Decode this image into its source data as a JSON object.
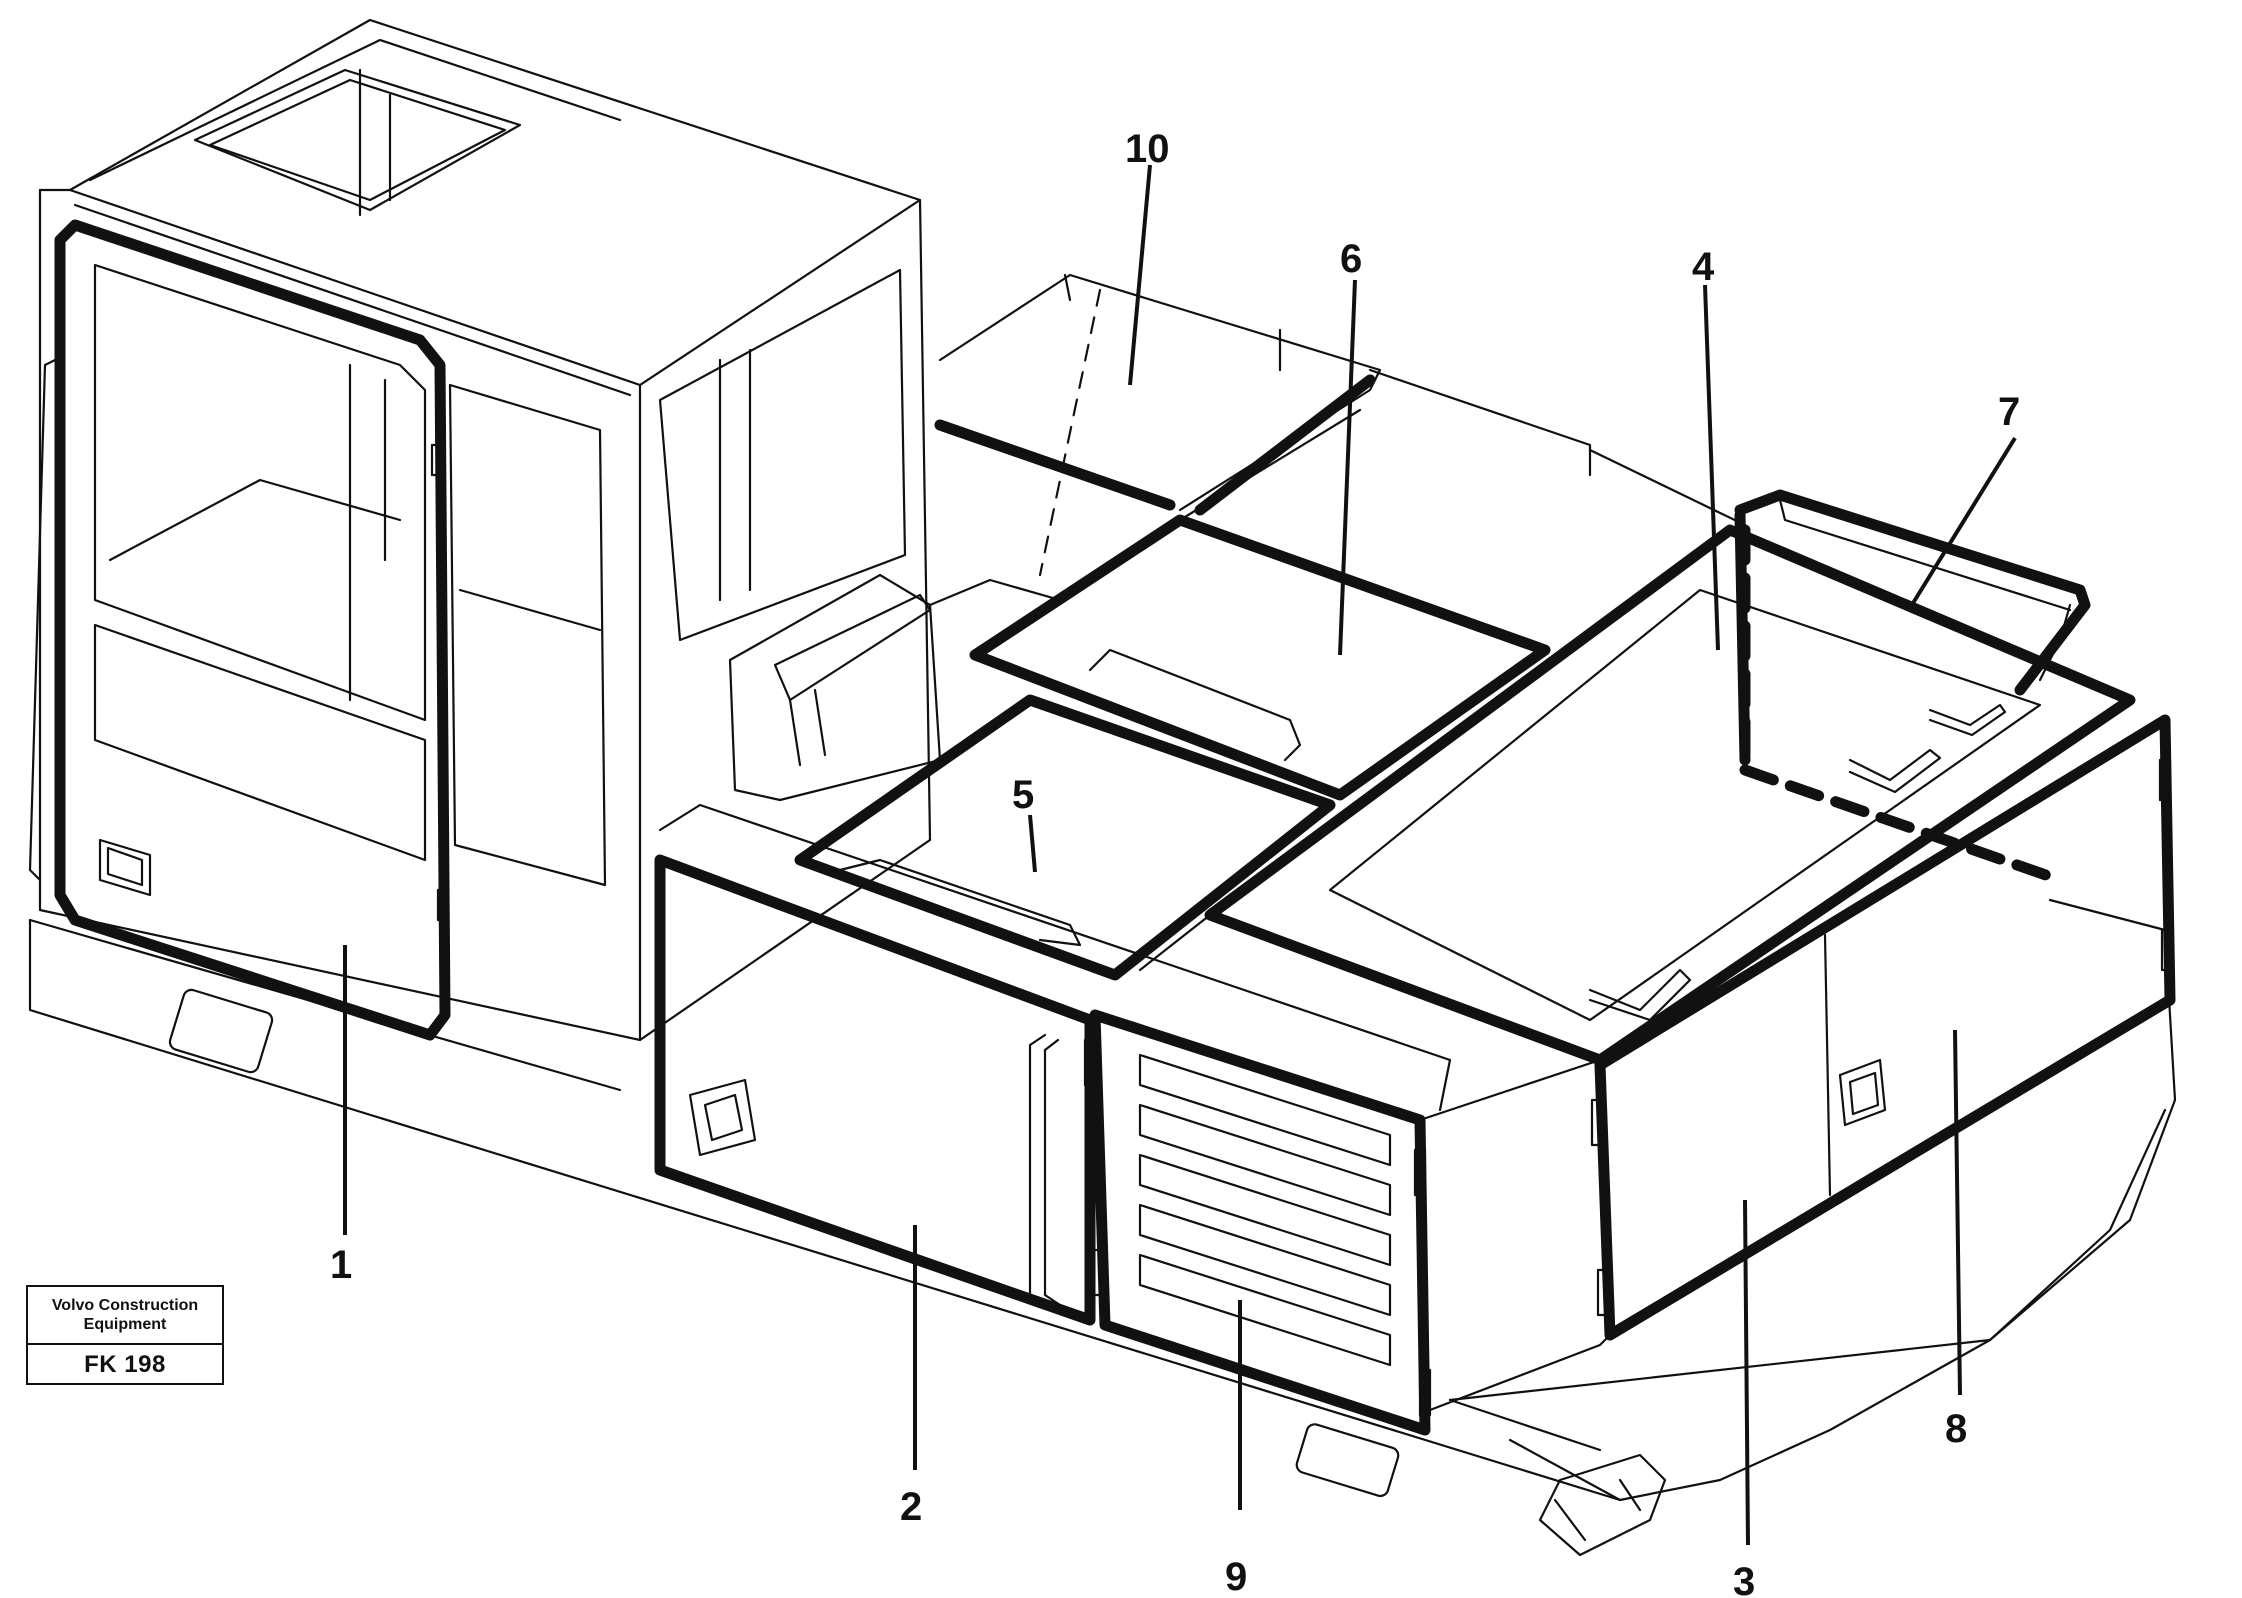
{
  "reference_box": {
    "company_line1": "Volvo Construction",
    "company_line2": "Equipment",
    "code": "FK 198"
  },
  "callouts": [
    {
      "id": "1",
      "label": "1"
    },
    {
      "id": "2",
      "label": "2"
    },
    {
      "id": "3",
      "label": "3"
    },
    {
      "id": "4",
      "label": "4"
    },
    {
      "id": "5",
      "label": "5"
    },
    {
      "id": "6",
      "label": "6"
    },
    {
      "id": "7",
      "label": "7"
    },
    {
      "id": "8",
      "label": "8"
    },
    {
      "id": "9",
      "label": "9"
    },
    {
      "id": "10",
      "label": "10"
    }
  ]
}
